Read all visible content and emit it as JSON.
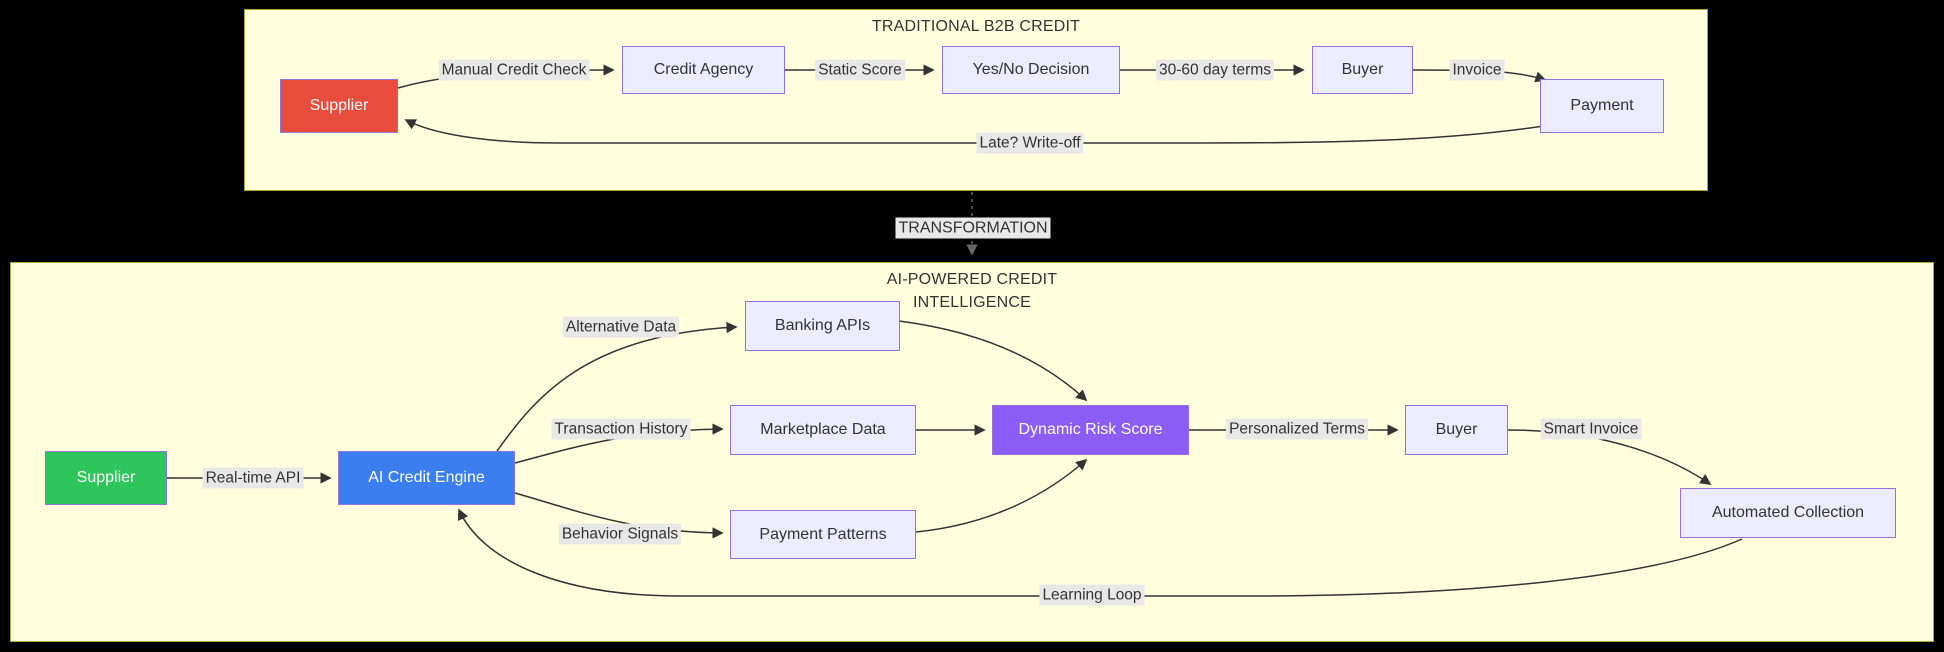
{
  "diagram": {
    "transformation_label": "TRANSFORMATION",
    "colors": {
      "background": "#000000",
      "cluster_fill": "#ffffde",
      "cluster_border": "#aaaa33",
      "node_fill": "#ececff",
      "node_border": "#9370db",
      "edge_line": "#333333",
      "edge_label_bg": "#e8e8e8",
      "supplier_traditional": "#e74c3c",
      "supplier_ai": "#2dc55c",
      "ai_engine": "#3b7ef0",
      "risk_score": "#8b5cf6"
    },
    "traditional": {
      "title": "TRADITIONAL B2B CREDIT",
      "nodes": {
        "supplier": "Supplier",
        "credit_agency": "Credit Agency",
        "decision": "Yes/No Decision",
        "buyer": "Buyer",
        "payment": "Payment"
      },
      "edge_labels": {
        "manual_check": "Manual Credit Check",
        "static_score": "Static Score",
        "terms": "30-60 day terms",
        "invoice": "Invoice",
        "writeoff": "Late? Write-off"
      }
    },
    "ai": {
      "title_line1": "AI-POWERED CREDIT",
      "title_line2": "INTELLIGENCE",
      "nodes": {
        "supplier": "Supplier",
        "engine": "AI Credit Engine",
        "banking": "Banking APIs",
        "marketplace": "Marketplace Data",
        "patterns": "Payment Patterns",
        "risk": "Dynamic Risk Score",
        "buyer": "Buyer",
        "collection": "Automated Collection"
      },
      "edge_labels": {
        "realtime": "Real-time API",
        "alt_data": "Alternative Data",
        "tx_history": "Transaction History",
        "behavior": "Behavior Signals",
        "personalized": "Personalized Terms",
        "smart_invoice": "Smart Invoice",
        "learning": "Learning Loop"
      }
    }
  }
}
